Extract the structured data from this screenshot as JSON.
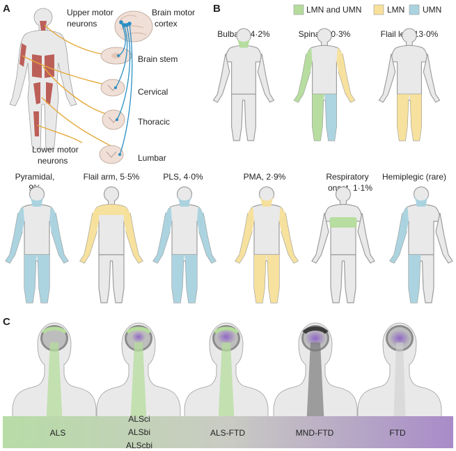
{
  "panels": {
    "a": "A",
    "b": "B",
    "c": "C"
  },
  "panel_a": {
    "upper_motor_1": "Upper motor",
    "upper_motor_2": "neurons",
    "brain_cortex_1": "Brain motor",
    "brain_cortex_2": "cortex",
    "brain_stem": "Brain stem",
    "cervical": "Cervical",
    "thoracic": "Thoracic",
    "lumbar": "Lumbar",
    "lower_motor_1": "Lower motor",
    "lower_motor_2": "neurons"
  },
  "legend": [
    {
      "label": "LMN and UMN",
      "color": "#b5dc9c"
    },
    {
      "label": "LMN",
      "color": "#f7e09a"
    },
    {
      "label": "UMN",
      "color": "#a9d3df"
    }
  ],
  "phenotypes_row1": [
    {
      "label": "Bulbar, 34·2%"
    },
    {
      "label": "Spinal, 30·3%"
    },
    {
      "label": "Flail leg, 13·0%"
    }
  ],
  "phenotypes_row2": [
    {
      "label_1": "Pyramidal,",
      "label_2": "9%"
    },
    {
      "label_1": "Flail arm, 5·5%",
      "label_2": ""
    },
    {
      "label_1": "PLS, 4·0%",
      "label_2": ""
    },
    {
      "label_1": "PMA, 2·9%",
      "label_2": ""
    },
    {
      "label_1": "Respiratory",
      "label_2": "onset, 1·1%"
    },
    {
      "label_1": "Hemiplegic (rare)",
      "label_2": ""
    }
  ],
  "spectrum": [
    {
      "lines": [
        "ALS"
      ]
    },
    {
      "lines": [
        "ALSci",
        "ALSbi",
        "ALScbi"
      ]
    },
    {
      "lines": [
        "ALS-FTD"
      ]
    },
    {
      "lines": [
        "MND-FTD"
      ]
    },
    {
      "lines": [
        "FTD"
      ]
    }
  ],
  "colors": {
    "both": "#b5dc9c",
    "lmn": "#f7e09a",
    "umn": "#a9d3df",
    "body": "#e9e9ea",
    "outline": "#9c9c9c",
    "muscle": "#b4463f",
    "neuron_lower": "#e4a93a",
    "neuron_upper": "#2a8fc4",
    "frontal": "#9a72c6"
  }
}
